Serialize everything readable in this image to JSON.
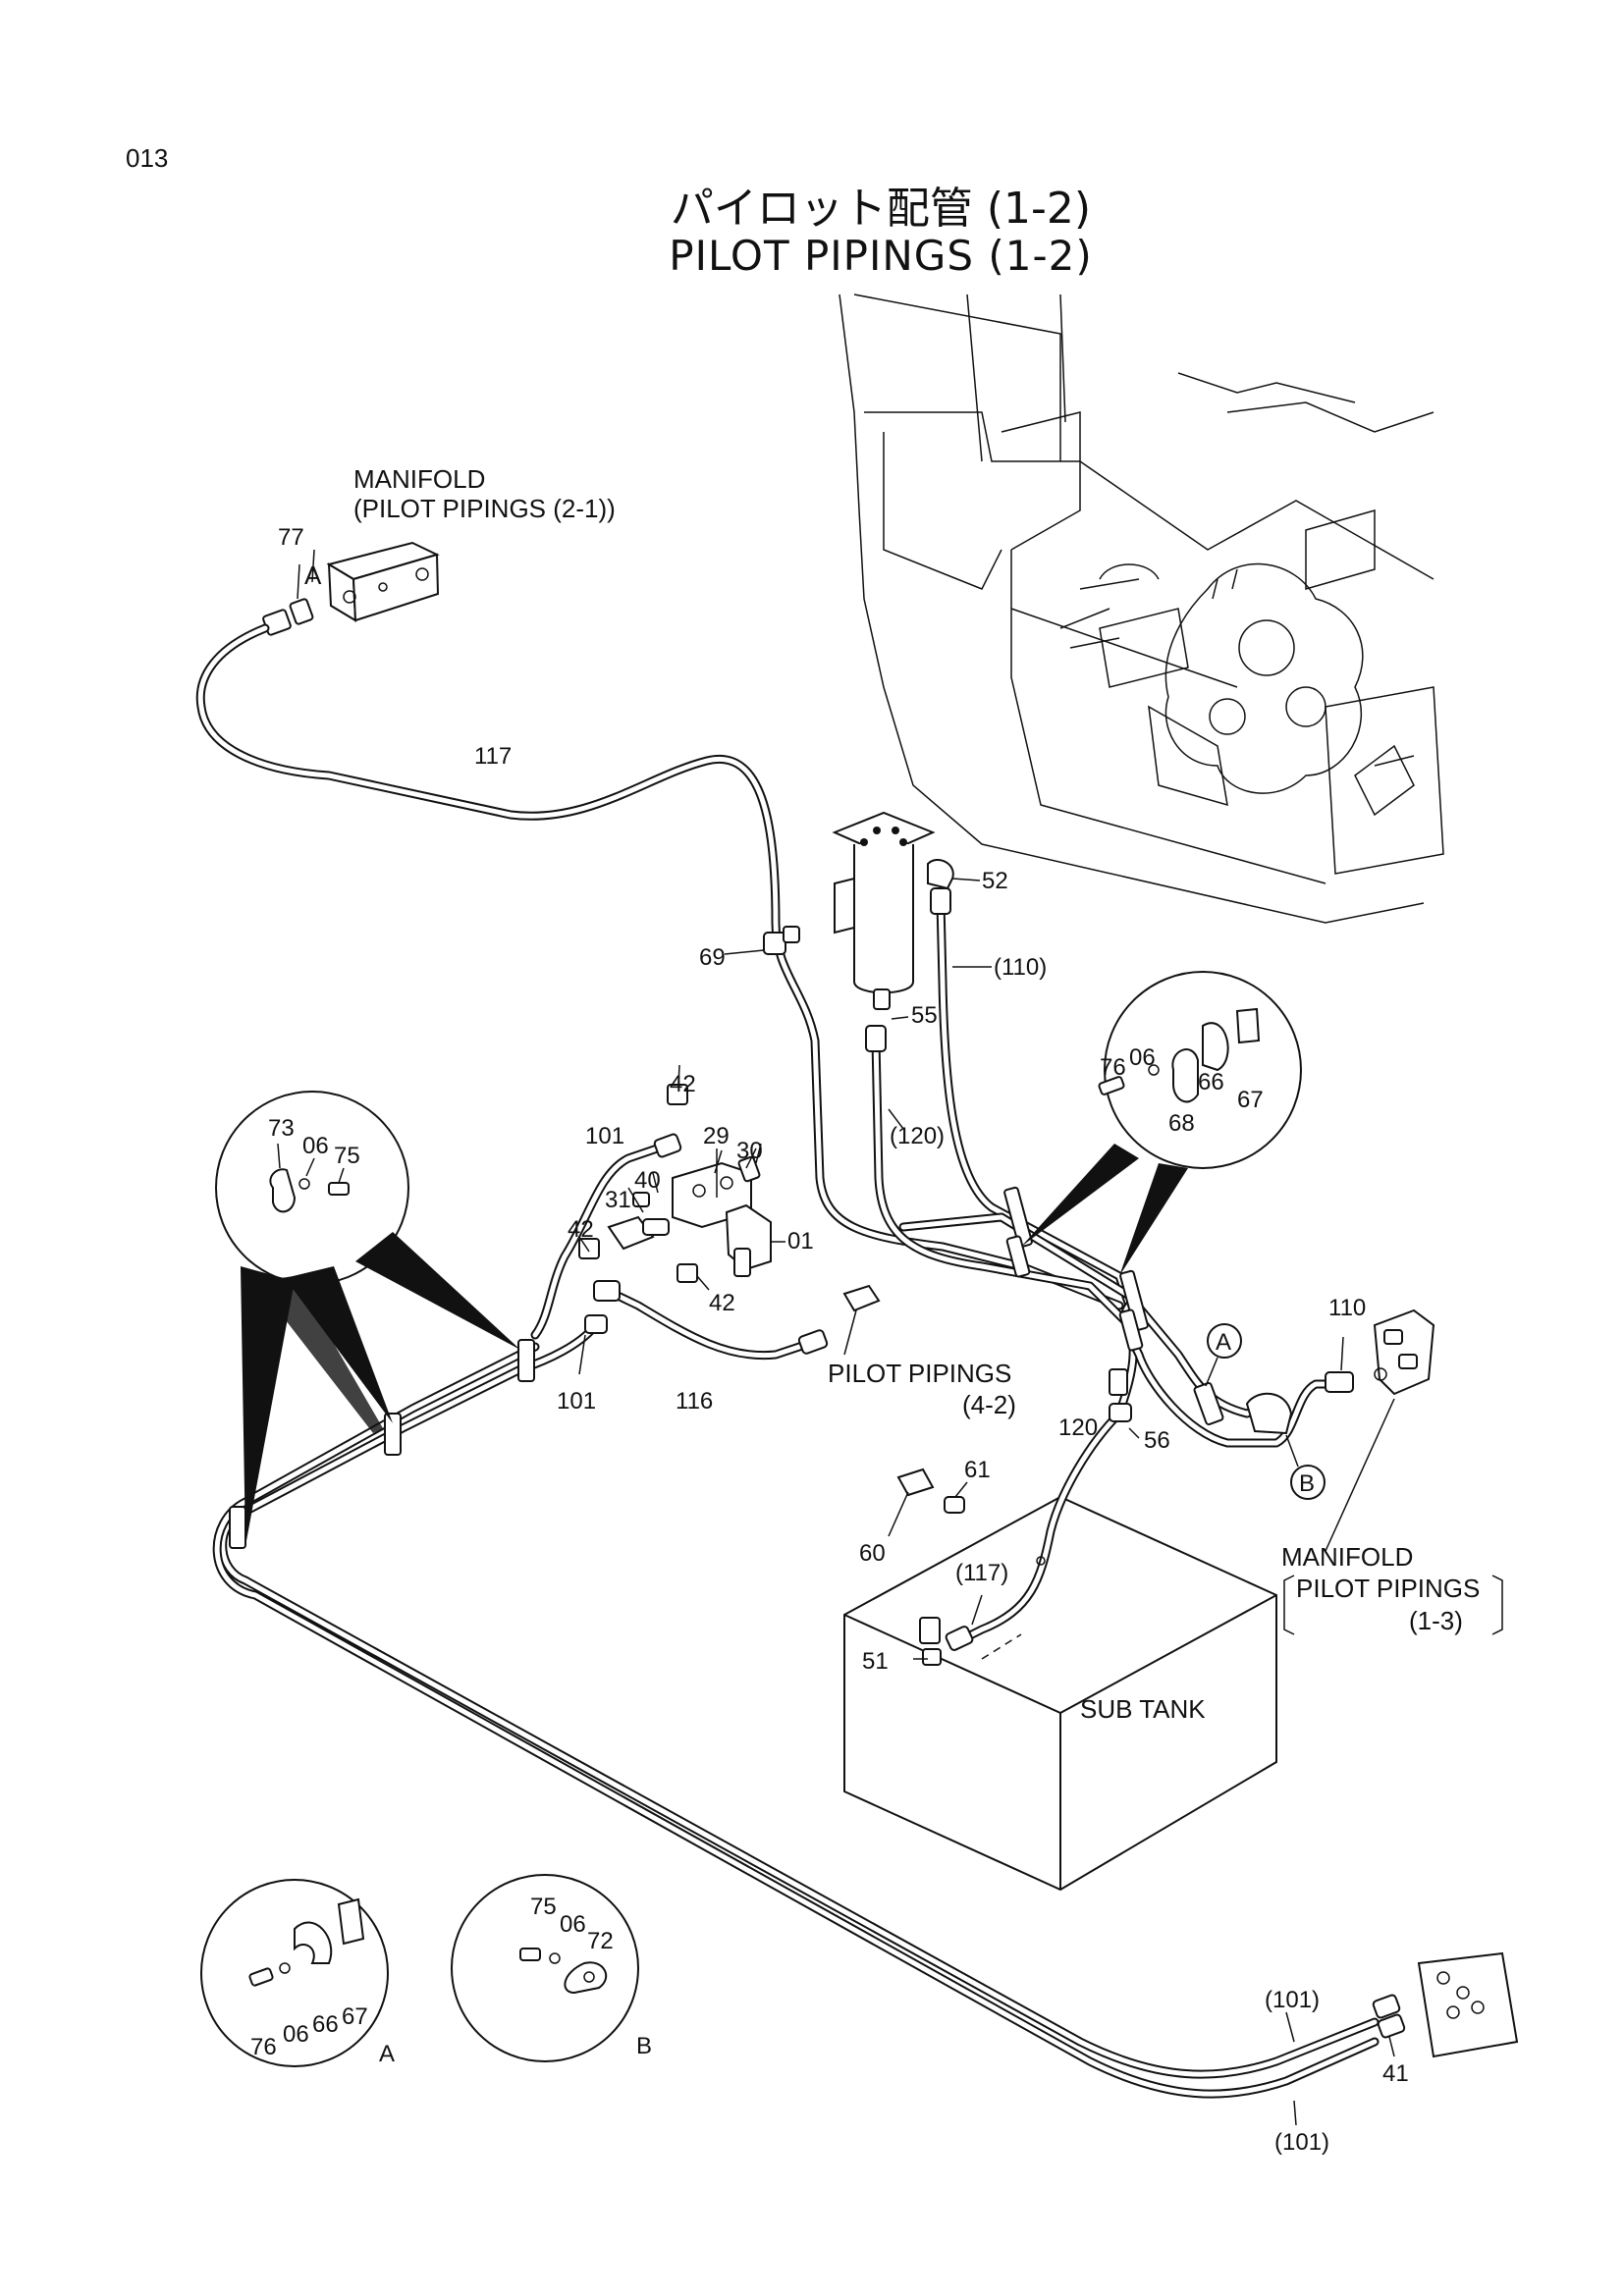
{
  "page_number": "013",
  "title_jp": "パイロット配管 (1-2)",
  "title_en": "PILOT PIPINGS (1-2)",
  "callouts": {
    "manifold_top": "MANIFOLD",
    "manifold_top_ref": "(PILOT PIPINGS (2-1))",
    "manifold_right": "MANIFOLD",
    "manifold_right_ref1": "PILOT PIPINGS",
    "manifold_right_ref2": "(1-3)",
    "pilot_ref1": "PILOT PIPINGS",
    "pilot_ref2": "(4-2)",
    "sub_tank": "SUB TANK"
  },
  "detail_letters": {
    "a_circle": "A",
    "b_circle": "B",
    "view_a": "A",
    "view_b": "B",
    "view_a2": "A"
  },
  "parts": {
    "p77": "77",
    "p117": "117",
    "p69": "69",
    "p52": "52",
    "p110": "(110)",
    "p55": "55",
    "p120": "(120)",
    "p101a": "101",
    "p42a": "42",
    "p29": "29",
    "p30": "30",
    "p31": "31",
    "p40": "40",
    "p42b": "42",
    "p01": "01",
    "p42c": "42",
    "p101b": "101",
    "p116": "116",
    "p73": "73",
    "p06a": "06",
    "p75a": "75",
    "p76a": "76",
    "p06b": "06",
    "p67a": "67",
    "p66a": "66",
    "p68": "68",
    "p110b": "110",
    "p120b": "120",
    "p56": "56",
    "p61": "61",
    "p60": "60",
    "p117b": "(117)",
    "p51": "51",
    "p75b": "75",
    "p06c": "06",
    "p72": "72",
    "p76b": "76",
    "p06d": "06",
    "p66b": "66",
    "p67b": "67",
    "p101c": "(101)",
    "p41": "41",
    "p101d": "(101)"
  }
}
